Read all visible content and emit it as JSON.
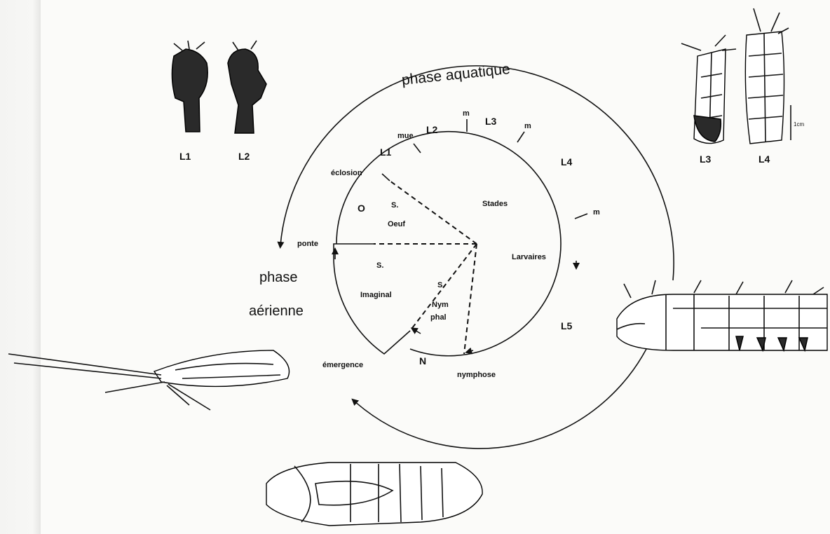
{
  "diagram": {
    "outer": {
      "aquatic_phase": "phase aquatique",
      "aerial_phase_line1": "phase",
      "aerial_phase_line2": "aérienne"
    },
    "ring_labels": {
      "mue": "mue",
      "l1": "L1",
      "l2": "L2",
      "m1": "m",
      "l3": "L3",
      "m2": "m",
      "l4": "L4",
      "m3": "m",
      "l5": "L5",
      "eclosion": "éclosion",
      "o": "O",
      "ponte": "ponte",
      "emergence": "émergence",
      "n": "N",
      "nymphose": "nymphose"
    },
    "sectors": {
      "oeuf_s": "S.",
      "oeuf": "Oeuf",
      "stades": "Stades",
      "larvaires": "Larvaires",
      "imaginal_s": "S.",
      "imaginal": "Imaginal",
      "nymphal_s": "S.",
      "nymphal_1": "Nym",
      "nymphal_2": "phal"
    },
    "specimens": {
      "l1": "L1",
      "l2": "L2",
      "l3": "L3",
      "l4": "L4",
      "scale": "1cm"
    }
  }
}
